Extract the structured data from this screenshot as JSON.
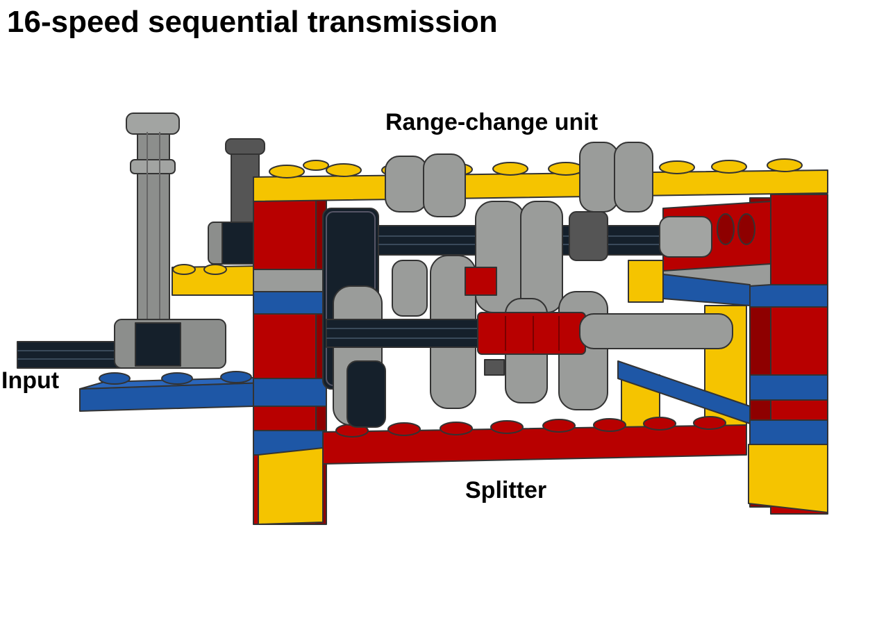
{
  "title": "16-speed sequential transmission",
  "labels": {
    "range_change": "Range-change unit",
    "input": "Input",
    "splitter": "Splitter"
  },
  "colors": {
    "yellow": "#f5c400",
    "red": "#b80000",
    "blue": "#1e57a6",
    "light_gray": "#9a9c9a",
    "dark_gray": "#555555",
    "black_axle": "#15202b",
    "outline": "#333333"
  }
}
